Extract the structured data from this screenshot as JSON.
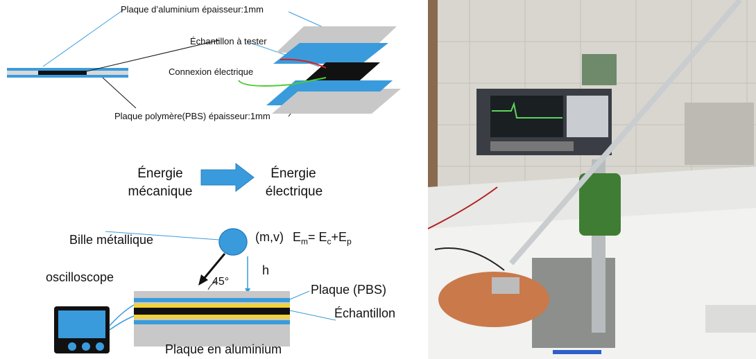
{
  "labels": {
    "plaque_alu": "Plaque d’aluminium épaisseur:1mm",
    "echantillon_a_tester": "Échantillon à tester",
    "connexion": "Connexion électrique",
    "plaque_polymere": "Plaque polymère(PBS) épaisseur:1mm",
    "energie_meca_1": "Énergie",
    "energie_meca_2": "mécanique",
    "energie_elec_1": "Énergie",
    "energie_elec_2": "électrique",
    "bille": "Bille métallique",
    "mv": "(m,v)",
    "em": "E",
    "em_sub": "m",
    "eq": "= E",
    "ec_sub": "c",
    "plus": "+E",
    "ep_sub": "p",
    "h": "h",
    "angle": "45°",
    "oscilloscope": "oscilloscope",
    "plaque_pbs": "Plaque (PBS)",
    "echantillon": "Échantillon",
    "plaque_en_alu": "Plaque en aluminium"
  },
  "colors": {
    "blue": "#3a9bdc",
    "blue_dark": "#2a7fc0",
    "gray": "#c8c8c8",
    "yellow": "#f1d23b",
    "black": "#111111",
    "red_wire": "#d42020",
    "green_wire": "#4ccc33"
  },
  "photo": {
    "description_icon": "lab-setup-photo"
  }
}
